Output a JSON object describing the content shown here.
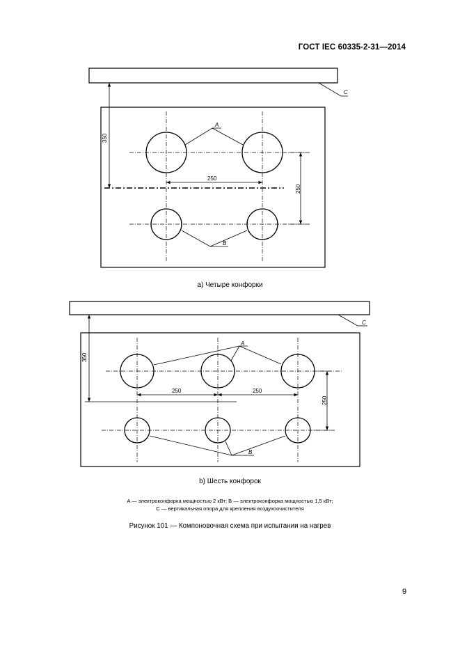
{
  "header": {
    "standard": "ГОСТ IEC 60335-2-31—2014"
  },
  "figure_a": {
    "caption": "a) Четыре конфорки",
    "label_support": "C",
    "label_large": "A",
    "label_small": "B",
    "dim_vertical": "350",
    "dim_horizontal": "250",
    "dim_rows": "250"
  },
  "figure_b": {
    "caption": "b) Шесть конфорок",
    "label_support": "C",
    "label_large": "A",
    "label_small": "B",
    "dim_vertical": "350",
    "dim_horizontal_left": "250",
    "dim_horizontal_right": "250",
    "dim_rows": "250"
  },
  "legend": {
    "line1": "A — электроконфорка мощностью 2 кВт; B — электроконфорка мощностью 1,5 кВт;",
    "line2": "C — вертикальная опора для крепления воздухоочистителя"
  },
  "figure_title": "Рисунок 101 — Компоновочная схема при испытании на нагрев",
  "page_number": "9"
}
